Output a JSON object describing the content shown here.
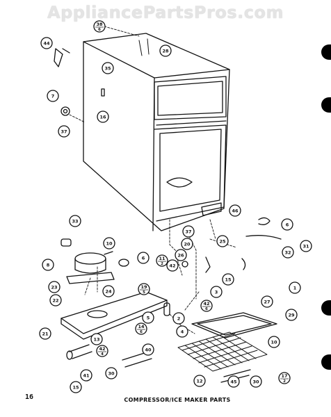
{
  "watermark": "AppliancePartsPros.com",
  "page_number": "16",
  "caption": "COMPRESSOR/ICE MAKER PARTS",
  "callouts": [
    {
      "id": "c-38-6",
      "top": "38",
      "bottom": "6"
    },
    {
      "id": "c-28",
      "label": "28"
    },
    {
      "id": "c-44",
      "label": "44"
    },
    {
      "id": "c-7",
      "label": "7"
    },
    {
      "id": "c-35",
      "label": "35"
    },
    {
      "id": "c-16",
      "label": "16"
    },
    {
      "id": "c-37a",
      "label": "37"
    },
    {
      "id": "c-33",
      "label": "33"
    },
    {
      "id": "c-46",
      "label": "46"
    },
    {
      "id": "c-6a",
      "label": "6"
    },
    {
      "id": "c-37b",
      "label": "37"
    },
    {
      "id": "c-20a",
      "label": "20"
    },
    {
      "id": "c-31",
      "label": "31"
    },
    {
      "id": "c-25",
      "label": "25"
    },
    {
      "id": "c-32",
      "label": "32"
    },
    {
      "id": "c-10a",
      "label": "10"
    },
    {
      "id": "c-6b",
      "label": "6"
    },
    {
      "id": "c-11-2",
      "top": "11",
      "bottom": "2"
    },
    {
      "id": "c-26",
      "label": "26"
    },
    {
      "id": "c-8",
      "label": "8"
    },
    {
      "id": "c-42a",
      "label": "42"
    },
    {
      "id": "c-15a",
      "label": "15"
    },
    {
      "id": "c-1",
      "label": "1"
    },
    {
      "id": "c-23",
      "label": "23"
    },
    {
      "id": "c-24",
      "label": "24"
    },
    {
      "id": "c-19-5",
      "top": "19",
      "bottom": "5"
    },
    {
      "id": "c-3",
      "label": "3"
    },
    {
      "id": "c-22",
      "label": "22"
    },
    {
      "id": "c-42-6",
      "top": "42",
      "bottom": "6"
    },
    {
      "id": "c-27",
      "label": "27"
    },
    {
      "id": "c-5",
      "label": "5"
    },
    {
      "id": "c-2",
      "label": "2"
    },
    {
      "id": "c-29",
      "label": "29"
    },
    {
      "id": "c-21",
      "label": "21"
    },
    {
      "id": "c-14-6",
      "top": "14",
      "bottom": "6"
    },
    {
      "id": "c-4",
      "label": "4"
    },
    {
      "id": "c-13",
      "label": "13"
    },
    {
      "id": "c-10b",
      "label": "10"
    },
    {
      "id": "c-42-4",
      "top": "42",
      "bottom": "4"
    },
    {
      "id": "c-40",
      "label": "40"
    },
    {
      "id": "c-12",
      "label": "12"
    },
    {
      "id": "c-41",
      "label": "41"
    },
    {
      "id": "c-30a",
      "label": "30"
    },
    {
      "id": "c-45",
      "label": "45"
    },
    {
      "id": "c-30b",
      "label": "30"
    },
    {
      "id": "c-17-2",
      "top": "17",
      "bottom": "2"
    },
    {
      "id": "c-15b",
      "label": "15"
    }
  ]
}
